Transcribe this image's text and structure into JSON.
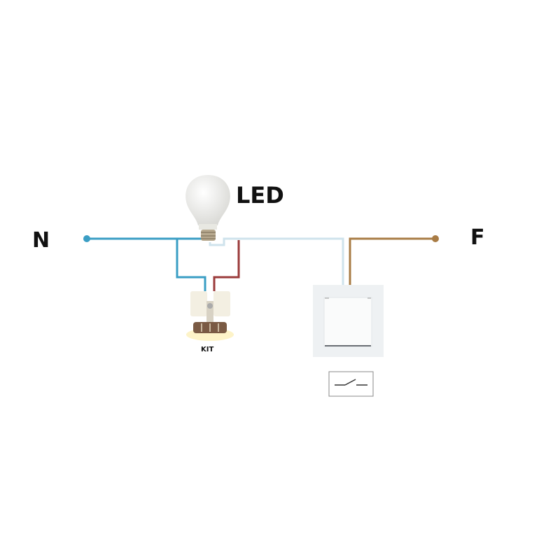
{
  "labels": {
    "neutral": "N",
    "phase": "F",
    "lamp": "LED",
    "module": "KIT"
  },
  "colors": {
    "neutral_wire": "#3a9ec4",
    "return_wire": "#cfe3ec",
    "phase_wire": "#a97c45",
    "kit_wire": "#9b3b3b"
  }
}
